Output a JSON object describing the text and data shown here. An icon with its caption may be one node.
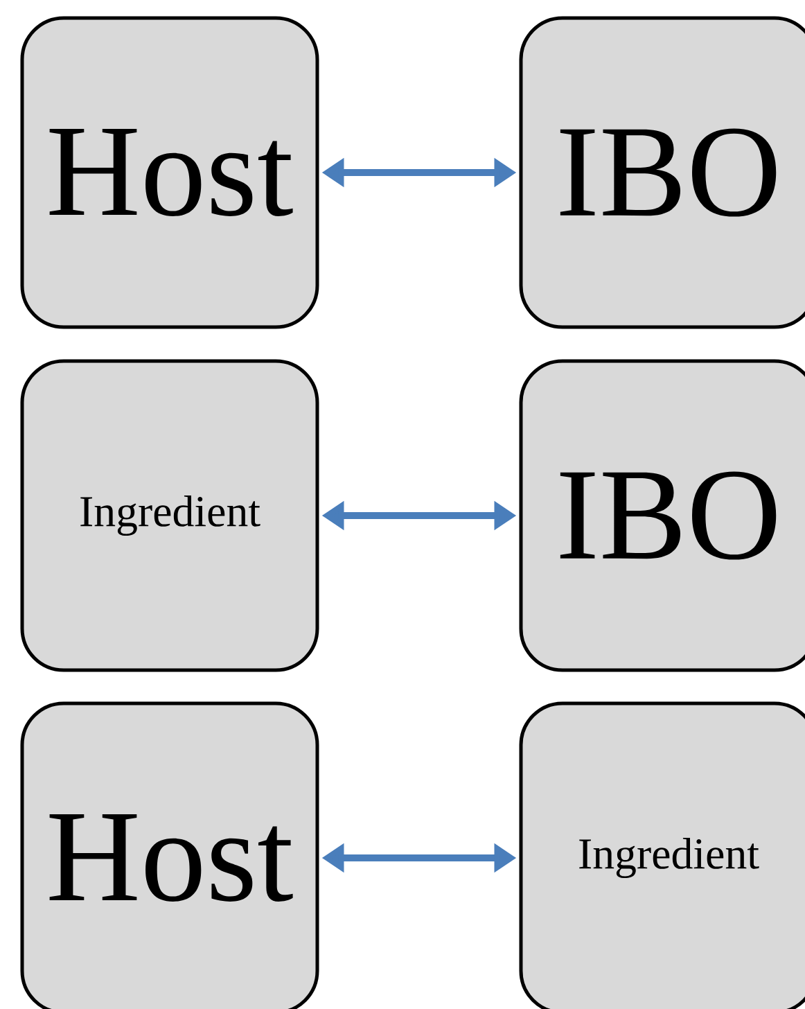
{
  "diagram": {
    "nodes": [
      {
        "text": [
          "Host"
        ]
      },
      {
        "text": [
          "IBO"
        ]
      },
      {
        "text": [
          "Ingredient"
        ]
      },
      {
        "text": [
          "IBO"
        ]
      },
      {
        "text": [
          "Host"
        ]
      },
      {
        "text": [
          "Ingredient"
        ]
      }
    ],
    "edges": [
      {
        "from": 0,
        "to": 1,
        "arrow": "both"
      },
      {
        "from": 2,
        "to": 3,
        "arrow": "both"
      },
      {
        "from": 4,
        "to": 5,
        "arrow": "both"
      }
    ]
  }
}
